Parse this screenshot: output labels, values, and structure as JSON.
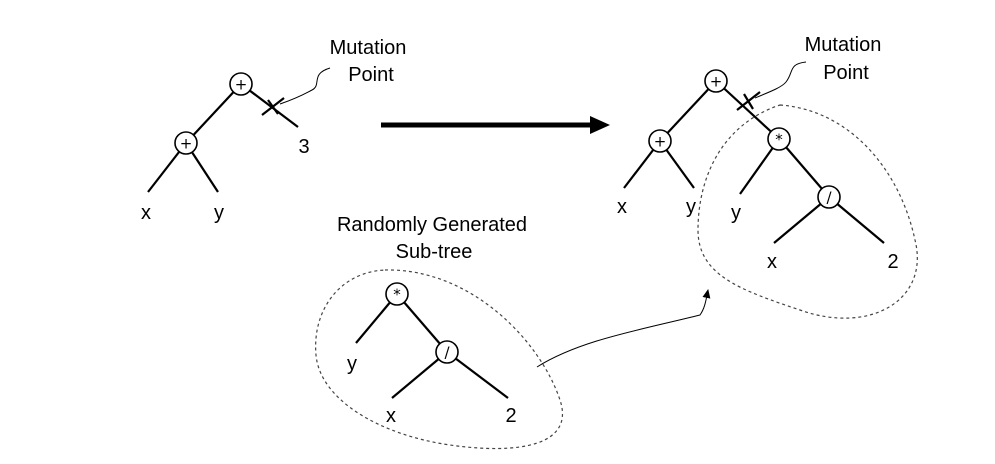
{
  "left_tree": {
    "root_op": "+",
    "left_op": "+",
    "leaf_x": "x",
    "leaf_y": "y",
    "leaf_3": "3",
    "mutation_label_line1": "Mutation",
    "mutation_label_line2": "Point"
  },
  "right_tree": {
    "root_op": "+",
    "left_op": "+",
    "leaf_x": "x",
    "leaf_y": "y",
    "mutation_label_line1": "Mutation",
    "mutation_label_line2": "Point",
    "sub_op": "*",
    "sub_leaf_y": "y",
    "sub_div_op": "/",
    "sub_leaf_x": "x",
    "sub_leaf_2": "2"
  },
  "subtree": {
    "caption_line1": "Randomly Generated",
    "caption_line2": "Sub-tree",
    "root_op": "*",
    "leaf_y": "y",
    "div_op": "/",
    "leaf_x": "x",
    "leaf_2": "2"
  }
}
